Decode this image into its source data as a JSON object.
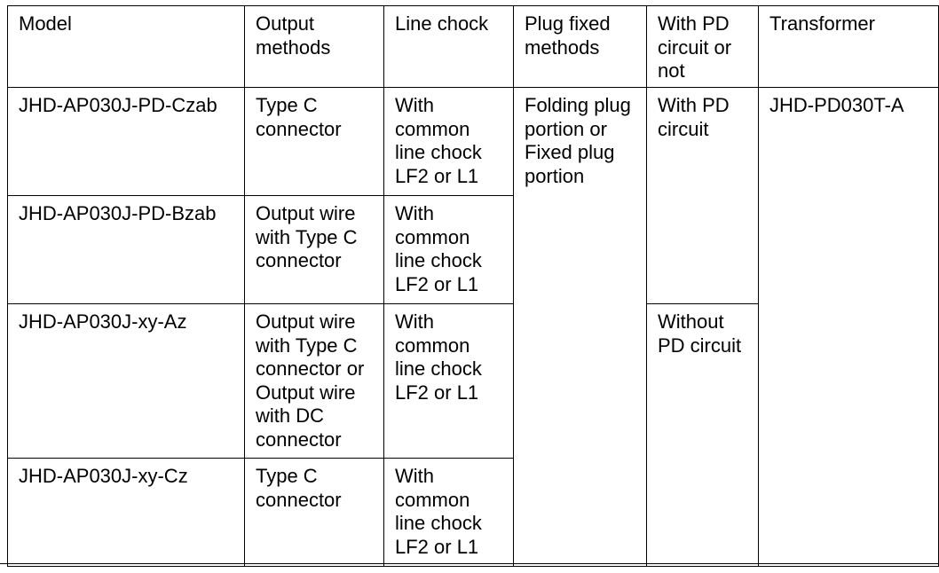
{
  "table": {
    "headers": {
      "model": [
        "Model"
      ],
      "output_methods": [
        "Output",
        "methods"
      ],
      "line_chock": [
        "Line chock"
      ],
      "plug_fixed_methods": [
        "Plug fixed",
        "methods"
      ],
      "with_pd": [
        "With PD",
        "circuit or",
        "not"
      ],
      "transformer": [
        "Transformer"
      ]
    },
    "rows": [
      {
        "model": [
          "JHD-AP030J-PD-Czab"
        ],
        "output_methods": [
          "Type C",
          "connector"
        ],
        "line_chock": [
          "With",
          "common",
          "line chock",
          "LF2 or L1"
        ]
      },
      {
        "model": [
          "JHD-AP030J-PD-Bzab"
        ],
        "output_methods": [
          "Output wire",
          "with Type C",
          "connector"
        ],
        "line_chock": [
          "With",
          "common",
          "line chock",
          "LF2 or L1"
        ]
      },
      {
        "model": [
          "JHD-AP030J-xy-Az"
        ],
        "output_methods": [
          "Output wire",
          "with Type C",
          "connector or",
          "Output wire",
          "with DC",
          "connector"
        ],
        "line_chock": [
          "With",
          "common",
          "line chock",
          "LF2 or L1"
        ]
      },
      {
        "model": [
          "JHD-AP030J-xy-Cz"
        ],
        "output_methods": [
          "Type C",
          "connector"
        ],
        "line_chock": [
          "With",
          "common",
          "line chock",
          "LF2 or L1"
        ]
      }
    ],
    "merged": {
      "plug_fixed_methods": [
        "Folding plug",
        "portion or",
        "Fixed plug",
        "portion"
      ],
      "with_pd_circuit": [
        "With PD",
        "circuit"
      ],
      "without_pd_circuit": [
        "Without",
        "PD circuit"
      ],
      "transformer": [
        "JHD-PD030T-A"
      ]
    }
  }
}
